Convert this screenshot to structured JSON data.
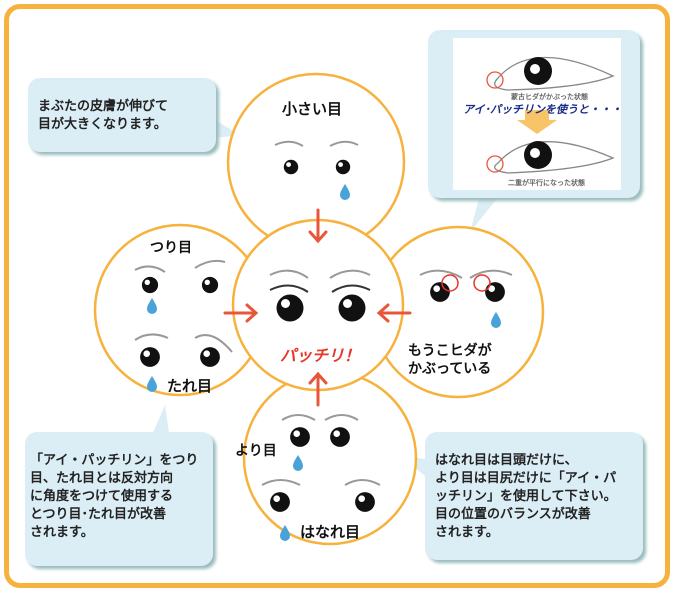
{
  "colors": {
    "frame": "#f7b23d",
    "circle_stroke": "#f7b23d",
    "arrow": "#e8563a",
    "callout": "#dbedf5",
    "tear": "#4aa3d8"
  },
  "circles": {
    "top": "小さい目",
    "left_top": "つり目",
    "left_bottom": "たれ目",
    "center": "パッチリ！",
    "right": "もうこヒダが\nかぶっている",
    "bottom_top": "より目",
    "bottom_bottom": "はなれ目"
  },
  "callouts": {
    "top_left": "まぶたの皮膚が伸びて\n目が大きくなります。",
    "bottom_left": "「アイ・パッチリン」をつり\n目、たれ目とは反対方向\nに角度をつけて使用する\nとつり目･たれ目が改善\nされます。",
    "bottom_right": "はなれ目は目頭だけに、\nより目は目尻だけに「アイ・パ\nッチリン」を使用して下さい。\n目の位置のバランスが改善\nされます。"
  },
  "illustration": {
    "caption_before": "蒙古ヒダがかぶった状態",
    "headline": "アイ･パッチリンを使うと・・・",
    "caption_after": "二重が平行になった状態"
  }
}
